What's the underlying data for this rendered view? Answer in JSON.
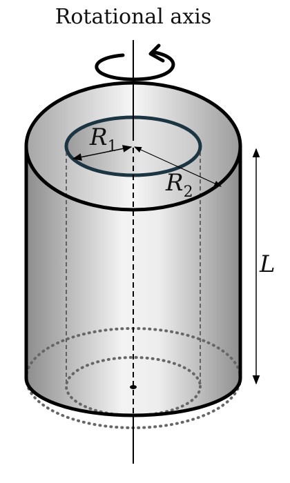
{
  "title": "Rotational axis",
  "labels": {
    "inner_radius": {
      "symbol": "R",
      "subscript": "1"
    },
    "outer_radius": {
      "symbol": "R",
      "subscript": "2"
    },
    "length": "L"
  },
  "colors": {
    "outline": "#000000",
    "inner_rim": "#1c3542",
    "body_dark": "#8f8f8f",
    "body_light": "#f5f5f5"
  },
  "icons": [
    "rotation-arrow-icon"
  ]
}
